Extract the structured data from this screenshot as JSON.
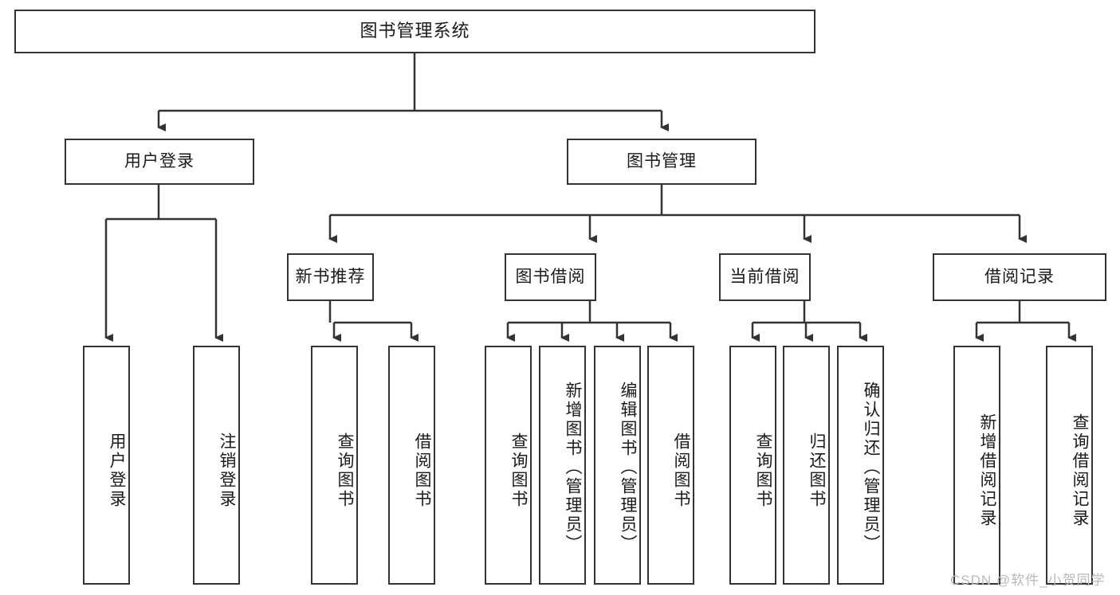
{
  "diagram": {
    "title": "图书管理系统",
    "type": "hierarchy-tree",
    "levels": 4,
    "colors": {
      "box_border": "#333333",
      "box_fill": "#ffffff",
      "connector": "#333333",
      "text": "#1a1a1a",
      "watermark": "#b9b9b9",
      "background": "#ffffff"
    }
  },
  "root": {
    "label": "图书管理系统"
  },
  "level2": [
    {
      "label": "用户登录"
    },
    {
      "label": "图书管理"
    }
  ],
  "level3": [
    {
      "label": "新书推荐"
    },
    {
      "label": "图书借阅"
    },
    {
      "label": "当前借阅"
    },
    {
      "label": "借阅记录"
    }
  ],
  "leaves": {
    "user_login": [
      {
        "label": "用户登录"
      },
      {
        "label": "注销登录"
      }
    ],
    "new_book_recommend": [
      {
        "label": "查询图书"
      },
      {
        "label": "借阅图书"
      }
    ],
    "book_borrow": [
      {
        "label": "查询图书"
      },
      {
        "label": "新增图书（管理员）"
      },
      {
        "label": "编辑图书（管理员）"
      },
      {
        "label": "借阅图书"
      }
    ],
    "current_borrow": [
      {
        "label": "查询图书"
      },
      {
        "label": "归还图书"
      },
      {
        "label": "确认归还（管理员）"
      }
    ],
    "borrow_record": [
      {
        "label": "新增借阅记录"
      },
      {
        "label": "查询借阅记录"
      }
    ]
  },
  "watermark": {
    "text": "CSDN @软件_小贺同学"
  }
}
